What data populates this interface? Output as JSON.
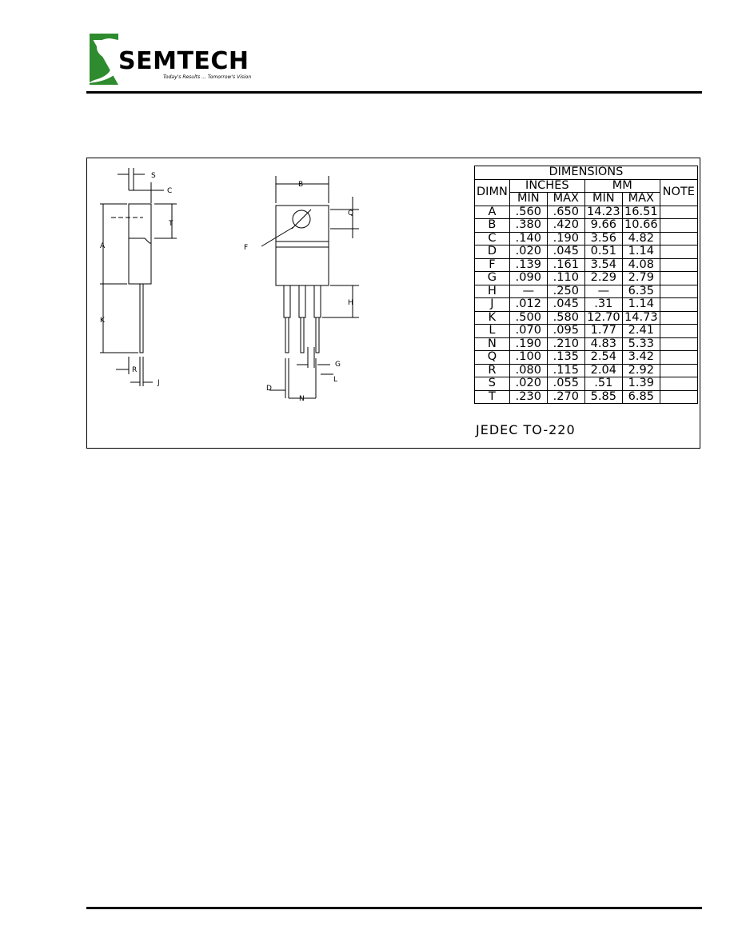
{
  "header": {
    "brand": "SEMTECH",
    "tagline": "Today's Results ... Tomorrow's Vision"
  },
  "drawing_labels": {
    "S": "S",
    "C": "C",
    "T": "T",
    "A": "A",
    "K": "K",
    "R": "R",
    "J": "J",
    "B": "B",
    "Q": "Q",
    "F": "F",
    "H": "H",
    "G": "G",
    "L": "L",
    "D": "D",
    "N": "N"
  },
  "table": {
    "title": "DIMENSIONS",
    "dim_header": "DIMN",
    "inches_header": "INCHES",
    "mm_header": "MM",
    "note_header": "NOTE",
    "min": "MIN",
    "max": "MAX",
    "rows": [
      {
        "dim": "A",
        "in_min": ".560",
        "in_max": ".650",
        "mm_min": "14.23",
        "mm_max": "16.51",
        "note": ""
      },
      {
        "dim": "B",
        "in_min": ".380",
        "in_max": ".420",
        "mm_min": "9.66",
        "mm_max": "10.66",
        "note": ""
      },
      {
        "dim": "C",
        "in_min": ".140",
        "in_max": ".190",
        "mm_min": "3.56",
        "mm_max": "4.82",
        "note": ""
      },
      {
        "dim": "D",
        "in_min": ".020",
        "in_max": ".045",
        "mm_min": "0.51",
        "mm_max": "1.14",
        "note": ""
      },
      {
        "dim": "F",
        "in_min": ".139",
        "in_max": ".161",
        "mm_min": "3.54",
        "mm_max": "4.08",
        "note": ""
      },
      {
        "dim": "G",
        "in_min": ".090",
        "in_max": ".110",
        "mm_min": "2.29",
        "mm_max": "2.79",
        "note": ""
      },
      {
        "dim": "H",
        "in_min": "—",
        "in_max": ".250",
        "mm_min": "—",
        "mm_max": "6.35",
        "note": ""
      },
      {
        "dim": "J",
        "in_min": ".012",
        "in_max": ".045",
        "mm_min": ".31",
        "mm_max": "1.14",
        "note": ""
      },
      {
        "dim": "K",
        "in_min": ".500",
        "in_max": ".580",
        "mm_min": "12.70",
        "mm_max": "14.73",
        "note": ""
      },
      {
        "dim": "L",
        "in_min": ".070",
        "in_max": ".095",
        "mm_min": "1.77",
        "mm_max": "2.41",
        "note": ""
      },
      {
        "dim": "N",
        "in_min": ".190",
        "in_max": ".210",
        "mm_min": "4.83",
        "mm_max": "5.33",
        "note": ""
      },
      {
        "dim": "Q",
        "in_min": ".100",
        "in_max": ".135",
        "mm_min": "2.54",
        "mm_max": "3.42",
        "note": ""
      },
      {
        "dim": "R",
        "in_min": ".080",
        "in_max": ".115",
        "mm_min": "2.04",
        "mm_max": "2.92",
        "note": ""
      },
      {
        "dim": "S",
        "in_min": ".020",
        "in_max": ".055",
        "mm_min": ".51",
        "mm_max": "1.39",
        "note": ""
      },
      {
        "dim": "T",
        "in_min": ".230",
        "in_max": ".270",
        "mm_min": "5.85",
        "mm_max": "6.85",
        "note": ""
      }
    ]
  },
  "package_name": "JEDEC TO-220",
  "colors": {
    "logo_green": "#2e8b2e",
    "ink": "#000000"
  }
}
